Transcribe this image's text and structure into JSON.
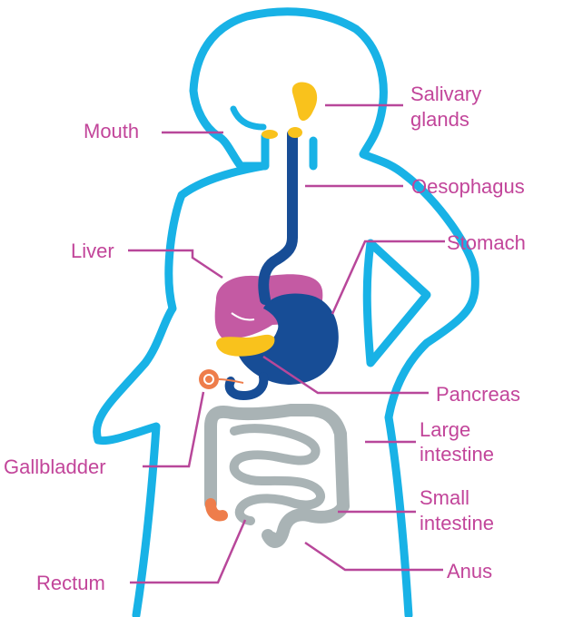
{
  "colors": {
    "body_outline": "#18b2e6",
    "leader_line": "#b8479a",
    "label_text": "#c2459a",
    "esophagus_stomach": "#174d96",
    "liver": "#c45aa3",
    "salivary_pancreas": "#f9c21c",
    "gallbladder": "#ee7d4b",
    "intestine": "#a9b3b5",
    "rectum_tip": "#ee7d4b"
  },
  "labels": {
    "mouth": "Mouth",
    "salivary_1": "Salivary",
    "salivary_2": "glands",
    "oesophagus": "Oesophagus",
    "liver": "Liver",
    "stomach": "Stomach",
    "pancreas": "Pancreas",
    "large_1": "Large",
    "large_2": "intestine",
    "gallbladder": "Gallbladder",
    "small_1": "Small",
    "small_2": "intestine",
    "anus": "Anus",
    "rectum": "Rectum"
  }
}
